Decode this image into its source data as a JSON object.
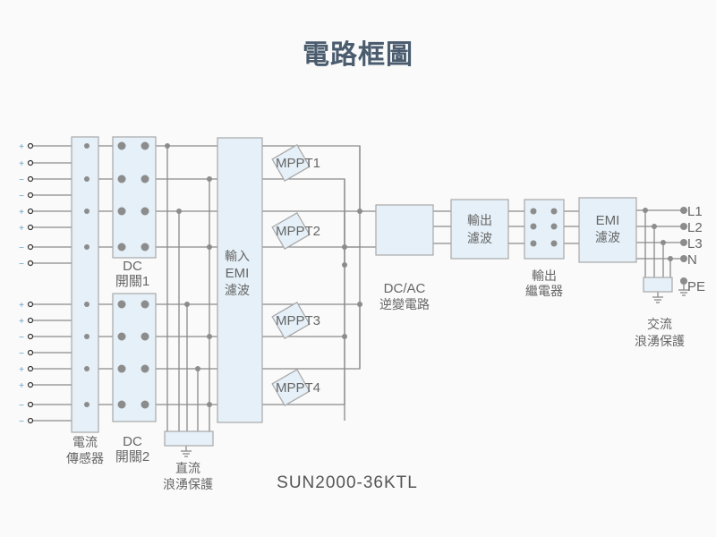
{
  "title": "電路框圖",
  "model": "SUN2000-36KTL",
  "inputs": {
    "group1_polarity": [
      "+",
      "+",
      "−",
      "−",
      "+",
      "+",
      "−",
      "−"
    ],
    "group2_polarity": [
      "+",
      "+",
      "−",
      "−",
      "+",
      "+",
      "−",
      "−"
    ]
  },
  "labels": {
    "current_sensor": [
      "電流",
      "傳感器"
    ],
    "dc_switch_1": [
      "DC",
      "開關1"
    ],
    "dc_switch_2": [
      "DC",
      "開關2"
    ],
    "dc_surge": [
      "直流",
      "浪湧保護"
    ],
    "input_emi": [
      "輸入",
      "EMI",
      "濾波"
    ],
    "mppt": [
      "MPPT1",
      "MPPT2",
      "MPPT3",
      "MPPT4"
    ],
    "dcac": [
      "DC/AC",
      "逆變電路"
    ],
    "output_filter": [
      "輸出",
      "濾波"
    ],
    "output_relay": [
      "輸出",
      "繼電器"
    ],
    "output_emi": [
      "EMI",
      "濾波"
    ],
    "ac_surge": [
      "交流",
      "浪湧保護"
    ],
    "ac_terminals": [
      "L1",
      "L2",
      "L3",
      "N",
      "PE"
    ]
  },
  "colors": {
    "box_fill": "#e5f0f8",
    "wire": "#8a8a8a",
    "title": "#4a5c6e",
    "polarity": "#5fa0c8"
  }
}
